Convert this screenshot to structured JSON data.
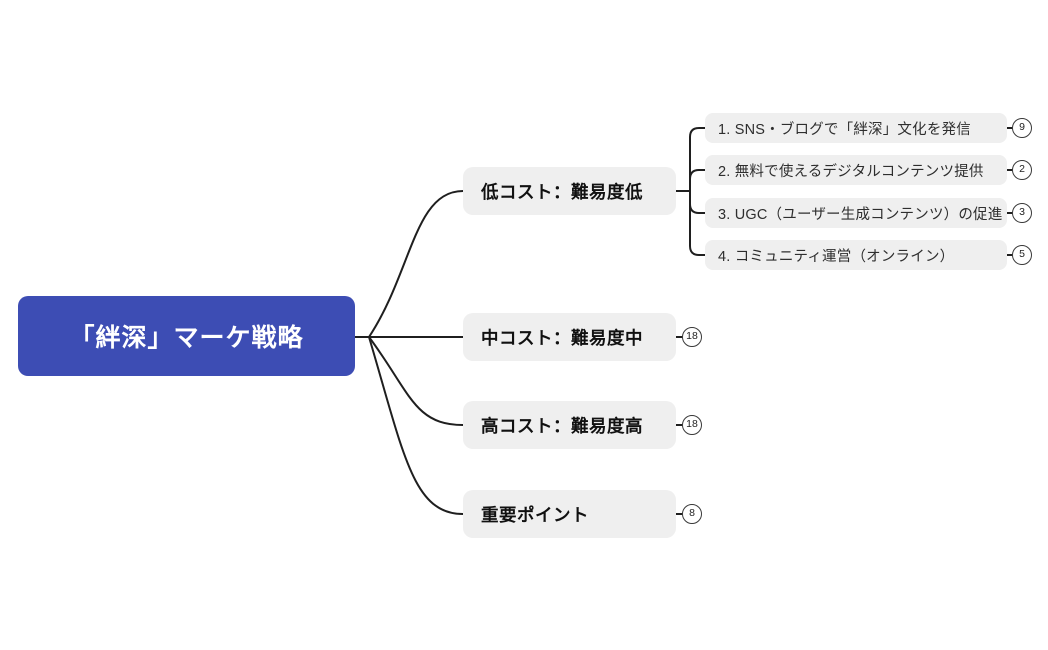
{
  "colors": {
    "root_bg": "#3d4db4",
    "root_text": "#ffffff",
    "node_bg": "#efefef",
    "node_text": "#111111",
    "child_text": "#2e2e2e",
    "line": "#1f1f1f",
    "badge_border": "#3a3a3a",
    "badge_bg": "#ffffff",
    "badge_text": "#222222",
    "canvas_bg": "#ffffff"
  },
  "root": {
    "label": "「絆深」マーケ戦略"
  },
  "branches": [
    {
      "label": "低コスト：難易度低",
      "badge": "",
      "children": [
        {
          "label": "1. SNS・ブログで「絆深」文化を発信",
          "badge": "9"
        },
        {
          "label": "2. 無料で使えるデジタルコンテンツ提供",
          "badge": "2"
        },
        {
          "label": "3. UGC（ユーザー生成コンテンツ）の促進",
          "badge": "3"
        },
        {
          "label": "4. コミュニティ運営（オンライン）",
          "badge": "5"
        }
      ]
    },
    {
      "label": "中コスト：難易度中",
      "badge": "18",
      "children": []
    },
    {
      "label": "高コスト：難易度高",
      "badge": "18",
      "children": []
    },
    {
      "label": "重要ポイント",
      "badge": "8",
      "children": []
    }
  ]
}
